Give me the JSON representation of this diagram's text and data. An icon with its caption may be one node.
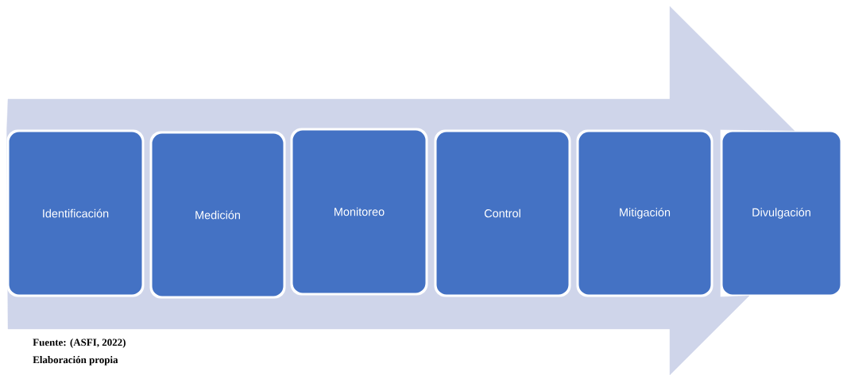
{
  "diagram": {
    "nodes": [
      {
        "text": [
          "Identificación"
        ]
      },
      {
        "text": [
          "Medición"
        ]
      },
      {
        "text": [
          "Monitoreo"
        ]
      },
      {
        "text": [
          "Control"
        ]
      },
      {
        "text": [
          "Mitigación"
        ]
      },
      {
        "text": [
          "Divulgación"
        ]
      }
    ],
    "edges": [
      {
        "from": 0,
        "to": 5,
        "arrow": "to"
      }
    ],
    "labels": [
      "Fuente: (ASFI, 2022)",
      "Elaboración propia"
    ]
  }
}
